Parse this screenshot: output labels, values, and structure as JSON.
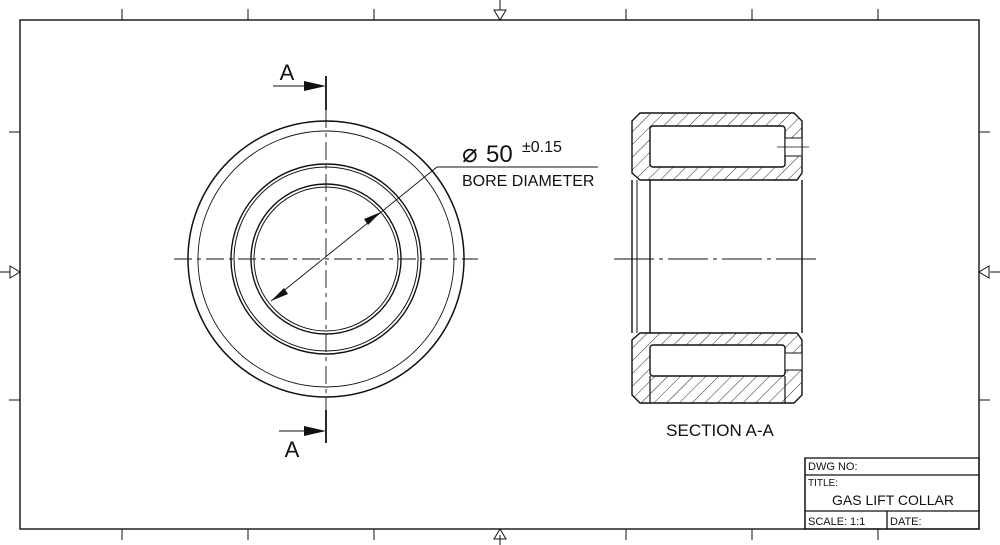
{
  "drawing": {
    "section_marker_top": "A",
    "section_marker_bottom": "A",
    "dimension": {
      "symbol": "⌀",
      "value": "50",
      "tolerance": "±0.15",
      "label": "BORE DIAMETER"
    },
    "section_label": "SECTION A-A"
  },
  "title_block": {
    "dwg_no_label": "DWG NO:",
    "dwg_no_value": "",
    "title_label": "TITLE:",
    "title_value": "GAS LIFT COLLAR",
    "scale_label": "SCALE:",
    "scale_value": "1:1",
    "date_label": "DATE:",
    "date_value": ""
  },
  "colors": {
    "line": "#111111",
    "background": "#ffffff"
  }
}
